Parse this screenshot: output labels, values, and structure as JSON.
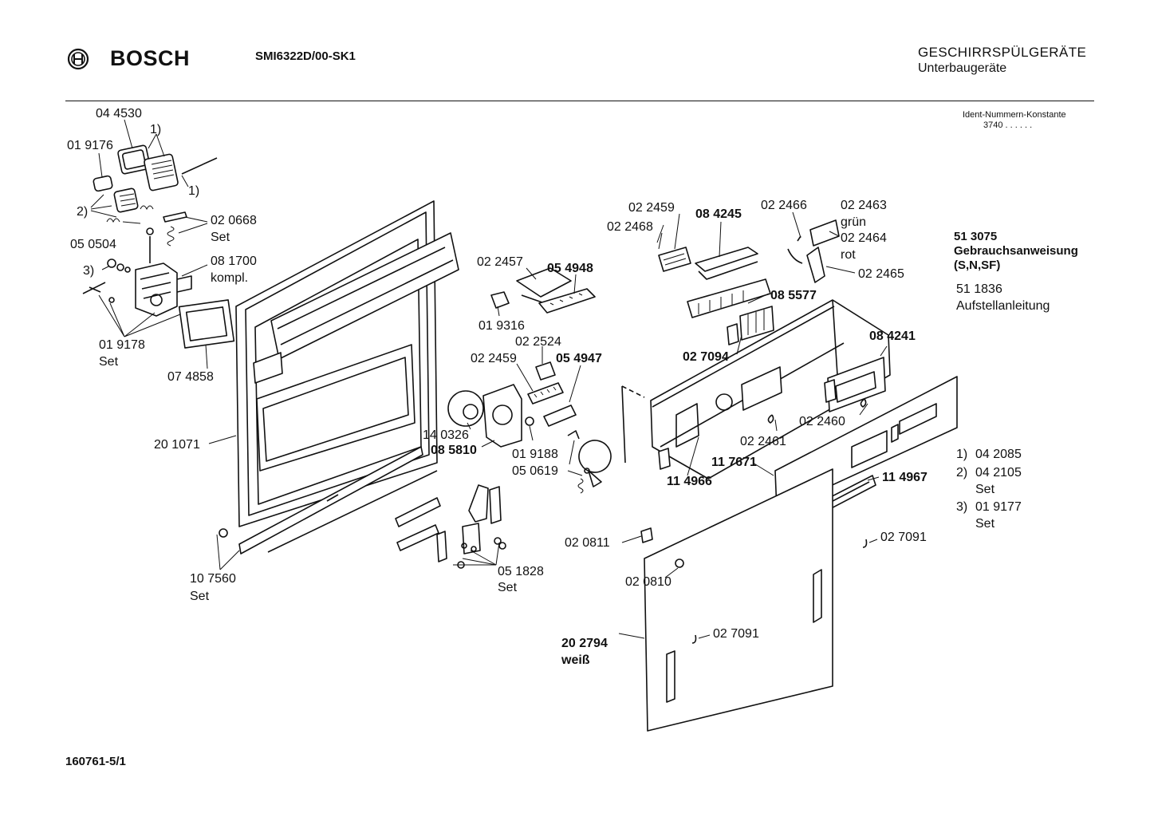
{
  "header": {
    "brand": "BOSCH",
    "model": "SMI6322D/00-SK1",
    "category": "GESCHIRRSPÜLGERÄTE",
    "subcategory": "Unterbaugeräte",
    "ident_label": "Ident-Nummern-Konstante",
    "ident_value": "3740  . .  . . . ."
  },
  "labels": [
    {
      "text": "04 4530"
    },
    {
      "text": "1)"
    },
    {
      "text": "01 9176"
    },
    {
      "text": "1)"
    },
    {
      "text": "2)"
    },
    {
      "text": "02 0668"
    },
    {
      "text": "Set"
    },
    {
      "text": "05 0504"
    },
    {
      "text": "08 1700"
    },
    {
      "text": "kompl."
    },
    {
      "text": "3)"
    },
    {
      "text": "01 9178"
    },
    {
      "text": "Set"
    },
    {
      "text": "07 4858"
    },
    {
      "text": "20 1071"
    },
    {
      "text": "10 7560"
    },
    {
      "text": "Set"
    },
    {
      "text": "02 2457"
    },
    {
      "text": "05 4948"
    },
    {
      "text": "01 9316"
    },
    {
      "text": "02 2524"
    },
    {
      "text": "02 2459"
    },
    {
      "text": "05 4947"
    },
    {
      "text": "14 0326"
    },
    {
      "text": "08 5810"
    },
    {
      "text": "01 9188"
    },
    {
      "text": "05 0619"
    },
    {
      "text": "05 1828"
    },
    {
      "text": "Set"
    },
    {
      "text": "02 2459"
    },
    {
      "text": "02 2468"
    },
    {
      "text": "08 4245"
    },
    {
      "text": "02 2466"
    },
    {
      "text": "02 2463"
    },
    {
      "text": "grün"
    },
    {
      "text": "02 2464"
    },
    {
      "text": "rot"
    },
    {
      "text": "02 2465"
    },
    {
      "text": "08 5577"
    },
    {
      "text": "02 7094"
    },
    {
      "text": "08 4241"
    },
    {
      "text": "02 2460"
    },
    {
      "text": "02 2461"
    },
    {
      "text": "11 7671"
    },
    {
      "text": "11 4966"
    },
    {
      "text": "11 4967"
    },
    {
      "text": "02 0811"
    },
    {
      "text": "02 0810"
    },
    {
      "text": "02 7091"
    },
    {
      "text": "02 7091"
    },
    {
      "text": "20 2794"
    },
    {
      "text": "weiß"
    }
  ],
  "side_notes": {
    "doc1_number": "51 3075",
    "doc1_title": "Gebrauchsanweisung",
    "doc1_lang": "(S,N,SF)",
    "doc2_number": "51 1836",
    "doc2_title": "Aufstellanleitung",
    "foot1_key": "1)",
    "foot1_value": "04 2085",
    "foot2_key": "2)",
    "foot2_value": "04 2105",
    "foot2_note": "Set",
    "foot3_key": "3)",
    "foot3_value": "01 9177",
    "foot3_note": "Set"
  },
  "footer": {
    "drawing_number": "160761-5/1"
  }
}
